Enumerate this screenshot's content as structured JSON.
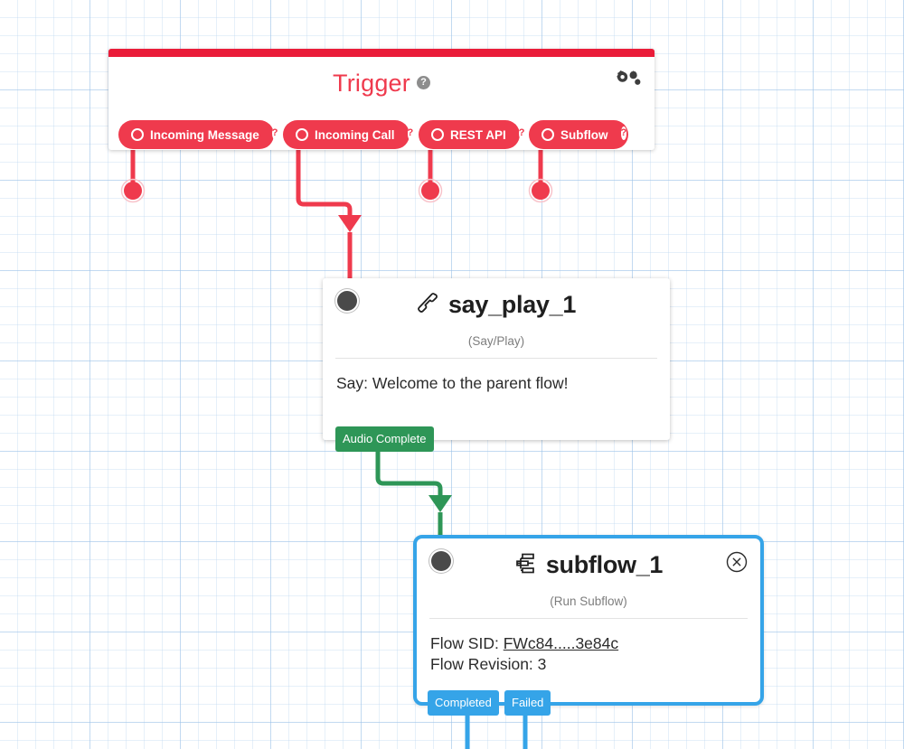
{
  "canvas": {
    "grid_minor_color": "#bed7f0",
    "grid_major_color": "#96bee6",
    "background": "#ffffff"
  },
  "colors": {
    "trigger_red": "#ef3a4d",
    "trigger_bar_red": "#ea1c39",
    "audio_complete_green": "#2e9657",
    "subflow_blue": "#35a4e8",
    "port_grey": "#4a4a4a"
  },
  "trigger": {
    "title": "Trigger",
    "help_glyph": "?",
    "settings_icon": "gears-icon",
    "pills": [
      {
        "label": "Incoming Message",
        "help_glyph": "?",
        "port_icon": "output-port-icon"
      },
      {
        "label": "Incoming Call",
        "help_glyph": "?",
        "port_icon": "output-port-icon"
      },
      {
        "label": "REST API",
        "help_glyph": "?",
        "port_icon": "output-port-icon"
      },
      {
        "label": "Subflow",
        "help_glyph": "?",
        "port_icon": "output-port-icon"
      }
    ]
  },
  "say_play_widget": {
    "title": "say_play_1",
    "icon": "phone-handset-icon",
    "subtitle": "(Say/Play)",
    "body_line": "Say: Welcome to the parent flow!",
    "input_port": "input-port-icon",
    "outputs": [
      {
        "label": "Audio Complete",
        "color": "green"
      }
    ]
  },
  "subflow_widget": {
    "title": "subflow_1",
    "icon": "sitemap-icon",
    "subtitle": "(Run Subflow)",
    "close_icon": "close-circle-icon",
    "fields": [
      {
        "label": "Flow SID: ",
        "value": "FWc84.....3e84c",
        "is_link": true
      },
      {
        "label": "Flow Revision: ",
        "value": "3",
        "is_link": false
      }
    ],
    "input_port": "input-port-icon",
    "outputs": [
      {
        "label": "Completed",
        "color": "blue"
      },
      {
        "label": "Failed",
        "color": "blue"
      }
    ]
  }
}
